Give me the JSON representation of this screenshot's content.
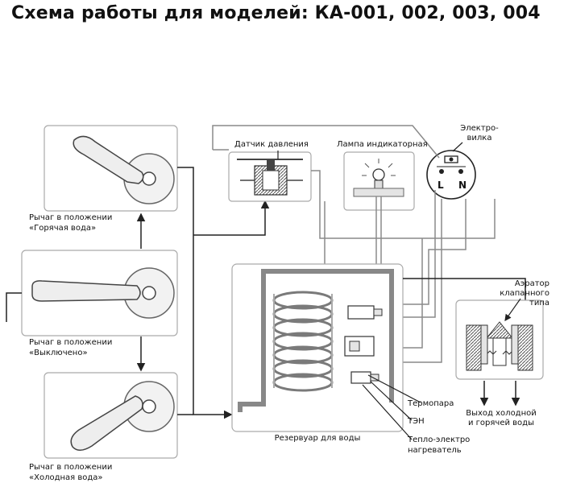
{
  "title": "Схема работы для моделей: КА-001, 002, 003, 004",
  "labels": {
    "lever_hot_1": "Рычаг в положении",
    "lever_hot_2": "«Горячая вода»",
    "lever_off_1": "Рычаг в положении",
    "lever_off_2": "«Выключено»",
    "lever_cold_1": "Рычаг в положении",
    "lever_cold_2": "«Холодная вода»",
    "pressure_sensor": "Датчик давления",
    "indicator_lamp": "Лампа индикаторная",
    "plug_1": "Электро-",
    "plug_2": "вилка",
    "plug_l": "L",
    "plug_n": "N",
    "aerator_1": "Аэратор",
    "aerator_2": "клапанного",
    "aerator_3": "типа",
    "thermocouple": "Термопара",
    "heater": "ТЭН",
    "thermal_heater_1": "Тепло-электро",
    "thermal_heater_2": "нагреватель",
    "outlet_1": "Выход холодной",
    "outlet_2": "и горячей воды",
    "reservoir": "Резервуар для воды"
  },
  "colors": {
    "line": "#222222",
    "box": "#bdbdbd",
    "grey": "#8a8a8a",
    "light": "#e4e4e4"
  },
  "icons": [
    "lever-handle-icon",
    "pressure-sensor-icon",
    "lamp-icon",
    "plug-icon",
    "valve-aerator-icon",
    "coil-icon",
    "thermocouple-icon",
    "heater-icon"
  ]
}
